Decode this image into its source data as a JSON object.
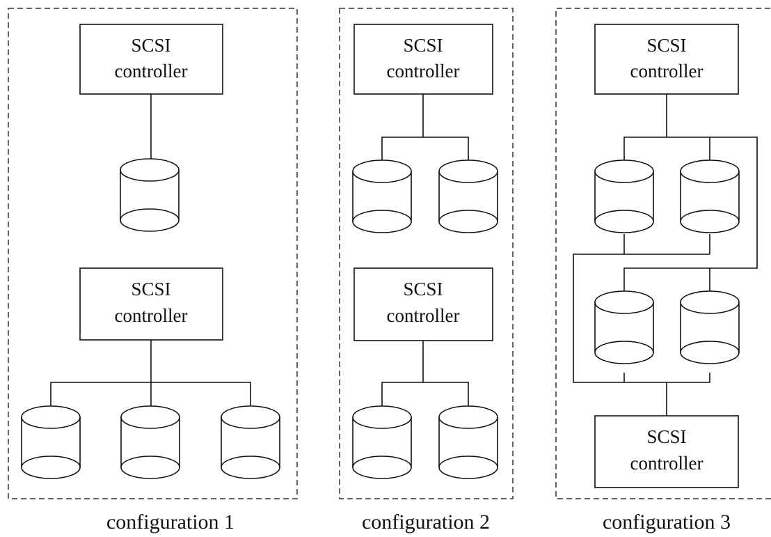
{
  "controller_label": {
    "line1": "SCSI",
    "line2": "controller"
  },
  "configurations": [
    {
      "caption": "configuration 1"
    },
    {
      "caption": "configuration 2"
    },
    {
      "caption": "configuration 3"
    }
  ]
}
